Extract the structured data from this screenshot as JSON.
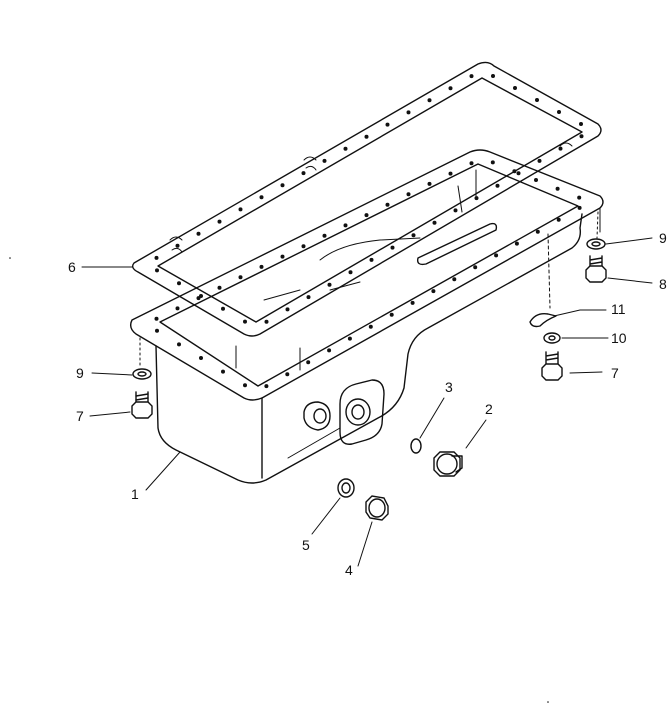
{
  "callouts": [
    {
      "id": "1",
      "label": "1"
    },
    {
      "id": "2",
      "label": "2"
    },
    {
      "id": "3",
      "label": "3"
    },
    {
      "id": "4",
      "label": "4"
    },
    {
      "id": "5",
      "label": "5"
    },
    {
      "id": "6",
      "label": "6"
    },
    {
      "id": "7a",
      "label": "7"
    },
    {
      "id": "7b",
      "label": "7"
    },
    {
      "id": "8",
      "label": "8"
    },
    {
      "id": "9a",
      "label": "9"
    },
    {
      "id": "9b",
      "label": "9"
    },
    {
      "id": "10",
      "label": "10"
    },
    {
      "id": "11",
      "label": "11"
    }
  ]
}
